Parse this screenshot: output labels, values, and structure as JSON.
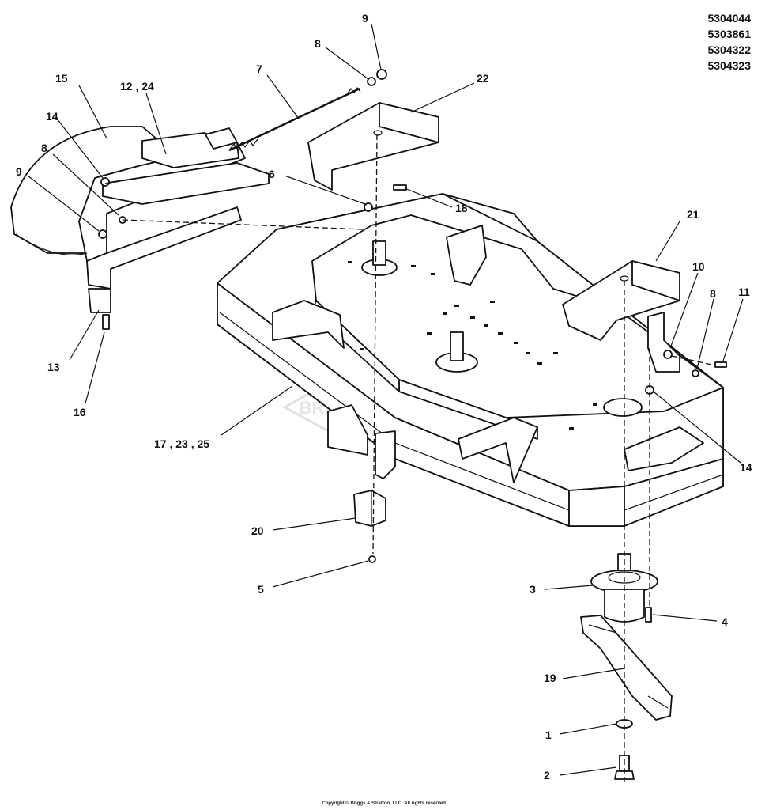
{
  "part_numbers": [
    "5304044",
    "5303861",
    "5304322",
    "5304323"
  ],
  "watermark": "BRIGGS & STRATTON",
  "copyright": "Copyright © Briggs & Stratton, LLC. All rights reserved.",
  "callouts": {
    "c1": "1",
    "c2": "2",
    "c3": "3",
    "c4": "4",
    "c5": "5",
    "c6": "6",
    "c7": "7",
    "c8a": "8",
    "c8b": "8",
    "c8c": "8",
    "c9a": "9",
    "c9b": "9",
    "c10": "10",
    "c11": "11",
    "c12_24": "12 , 24",
    "c13": "13",
    "c14a": "14",
    "c14b": "14",
    "c15": "15",
    "c16": "16",
    "c17_23_25": "17 , 23 , 25",
    "c18": "18",
    "c19": "19",
    "c20": "20",
    "c21": "21",
    "c22": "22"
  }
}
